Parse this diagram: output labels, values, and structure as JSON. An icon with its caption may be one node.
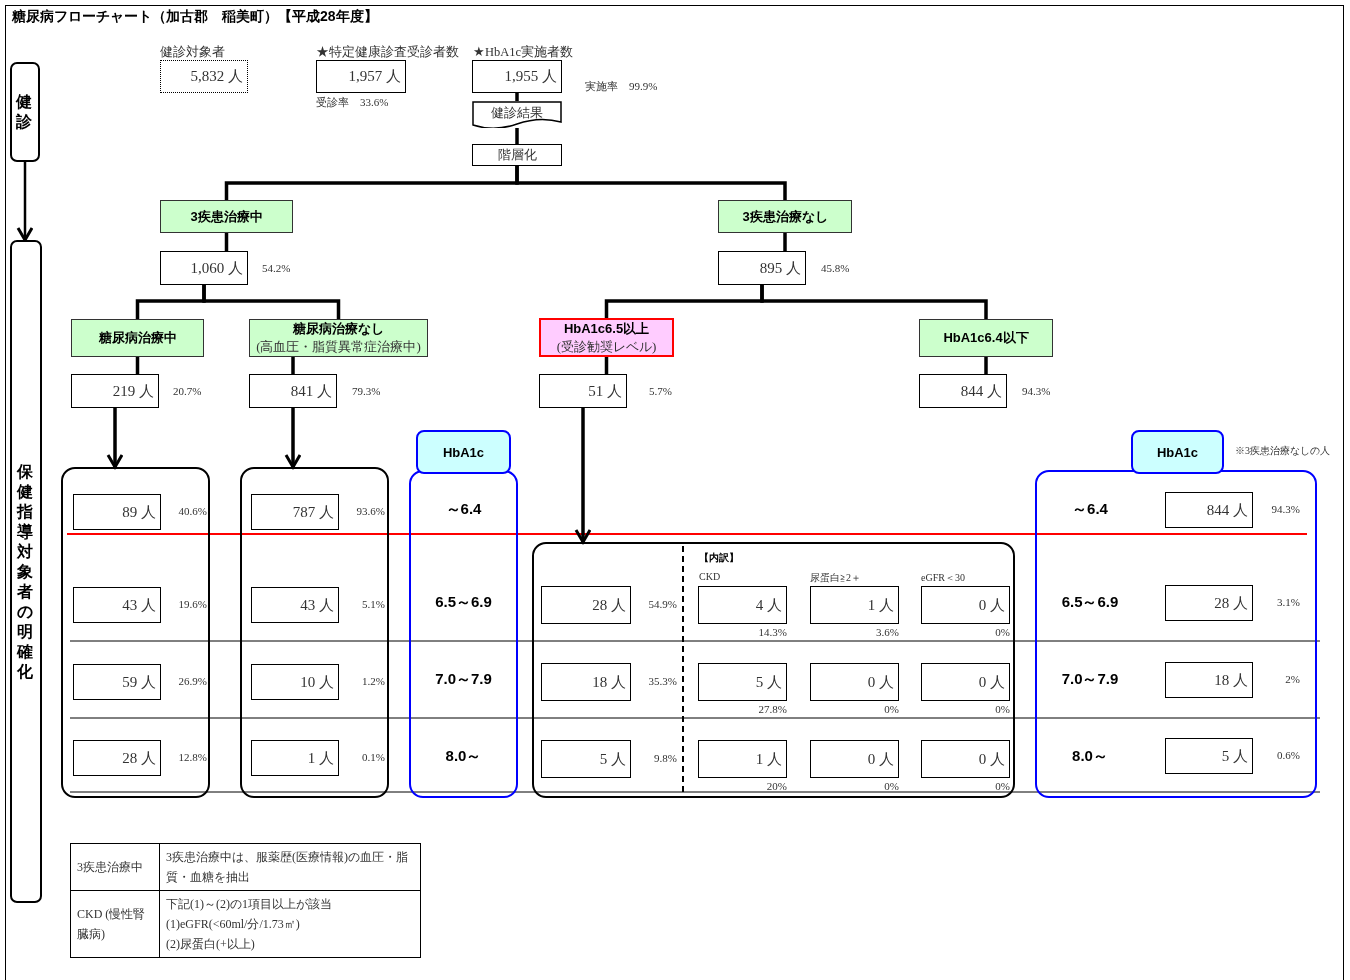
{
  "diagram": {
    "title": "糖尿病フローチャート（加古郡　稲美町）【平成28年度】",
    "nodes": [
      {
        "text": [
          "健診"
        ]
      },
      {
        "text": [
          "保健指導対象者の明確化"
        ]
      },
      {
        "text": [
          "健診対象者",
          "5,832 人"
        ]
      },
      {
        "text": [
          "★特定健康診査受診者数",
          "1,957 人"
        ],
        "beside": [
          "受診率　33.6%"
        ]
      },
      {
        "text": [
          "★HbA1c実施者数",
          "1,955 人"
        ],
        "beside": [
          "実施率　99.9%"
        ]
      },
      {
        "text": [
          "健診結果"
        ]
      },
      {
        "text": [
          "階層化"
        ]
      },
      {
        "text": [
          "3疾患治療中"
        ]
      },
      {
        "text": [
          "1,060 人"
        ],
        "beside": [
          "54.2%"
        ]
      },
      {
        "text": [
          "3疾患治療なし"
        ]
      },
      {
        "text": [
          "895 人"
        ],
        "beside": [
          "45.8%"
        ]
      },
      {
        "text": [
          "糖尿病治療中"
        ]
      },
      {
        "text": [
          "糖尿病治療なし",
          "(高血圧・脂質異常症治療中)"
        ]
      },
      {
        "text": [
          "HbA1c6.5以上",
          "(受診勧奨レベル)"
        ]
      },
      {
        "text": [
          "HbA1c6.4以下"
        ]
      },
      {
        "text": [
          "219 人"
        ],
        "beside": [
          "20.7%"
        ]
      },
      {
        "text": [
          "841 人"
        ],
        "beside": [
          "79.3%"
        ]
      },
      {
        "text": [
          "51 人"
        ],
        "beside": [
          "5.7%"
        ]
      },
      {
        "text": [
          "844 人"
        ],
        "beside": [
          "94.3%"
        ]
      },
      {
        "text": [],
        "shape": "box"
      },
      {
        "text": [
          "89 人"
        ],
        "beside": [
          "40.6%"
        ],
        "in": 19
      },
      {
        "text": [
          "43 人"
        ],
        "beside": [
          "19.6%"
        ],
        "in": 19
      },
      {
        "text": [
          "59 人"
        ],
        "beside": [
          "26.9%"
        ],
        "in": 19
      },
      {
        "text": [
          "28 人"
        ],
        "beside": [
          "12.8%"
        ],
        "in": 19
      },
      {
        "text": [],
        "shape": "box"
      },
      {
        "text": [
          "787 人"
        ],
        "beside": [
          "93.6%"
        ],
        "in": 24
      },
      {
        "text": [
          "43 人"
        ],
        "beside": [
          "5.1%"
        ],
        "in": 24
      },
      {
        "text": [
          "10 人"
        ],
        "beside": [
          "1.2%"
        ],
        "in": 24
      },
      {
        "text": [
          "1 人"
        ],
        "beside": [
          "0.1%"
        ],
        "in": 24
      },
      {
        "text": [
          "HbA1c",
          "～6.4",
          "6.5～6.9",
          "7.0～7.9",
          "8.0～"
        ]
      },
      {
        "text": [
          "【内訳】",
          "CKD",
          "尿蛋白≧2＋",
          "eGFR＜30"
        ]
      },
      {
        "text": [
          "28 人"
        ],
        "beside": [
          "54.9%"
        ],
        "in": 30
      },
      {
        "text": [
          "18 人"
        ],
        "beside": [
          "35.3%"
        ],
        "in": 30
      },
      {
        "text": [
          "5 人"
        ],
        "beside": [
          "9.8%"
        ],
        "in": 30
      },
      {
        "text": [
          "4 人"
        ],
        "beside": [
          "14.3%"
        ],
        "in": 30
      },
      {
        "text": [
          "1 人"
        ],
        "beside": [
          "3.6%"
        ],
        "in": 30
      },
      {
        "text": [
          "0 人"
        ],
        "beside": [
          "0%"
        ],
        "in": 30
      },
      {
        "text": [
          "5 人"
        ],
        "beside": [
          "27.8%"
        ],
        "in": 30
      },
      {
        "text": [
          "0 人"
        ],
        "beside": [
          "0%"
        ],
        "in": 30
      },
      {
        "text": [
          "0 人"
        ],
        "beside": [
          "0%"
        ],
        "in": 30
      },
      {
        "text": [
          "1 人"
        ],
        "beside": [
          "20%"
        ],
        "in": 30
      },
      {
        "text": [
          "0 人"
        ],
        "beside": [
          "0%"
        ],
        "in": 30
      },
      {
        "text": [
          "0 人"
        ],
        "beside": [
          "0%"
        ],
        "in": 30
      },
      {
        "text": [
          "HbA1c",
          "～6.4",
          "6.5～6.9",
          "7.0～7.9",
          "8.0～"
        ],
        "beside": [
          "※3疾患治療なしの人"
        ]
      },
      {
        "text": [
          "844 人"
        ],
        "beside": [
          "94.3%"
        ],
        "in": 43
      },
      {
        "text": [
          "28 人"
        ],
        "beside": [
          "3.1%"
        ],
        "in": 43
      },
      {
        "text": [
          "18 人"
        ],
        "beside": [
          "2%"
        ],
        "in": 43
      },
      {
        "text": [
          "5 人"
        ],
        "beside": [
          "0.6%"
        ],
        "in": 43
      }
    ],
    "edges": [
      {
        "from": 0,
        "to": 1,
        "arrow": "to"
      },
      {
        "from": 4,
        "to": 5,
        "arrow": "none"
      },
      {
        "from": 5,
        "to": 6,
        "arrow": "none"
      },
      {
        "from": 6,
        "to": 7,
        "arrow": "none"
      },
      {
        "from": 6,
        "to": 9,
        "arrow": "none"
      },
      {
        "from": 7,
        "to": 8,
        "arrow": "none"
      },
      {
        "from": 9,
        "to": 10,
        "arrow": "none"
      },
      {
        "from": 8,
        "to": 11,
        "arrow": "none"
      },
      {
        "from": 8,
        "to": 12,
        "arrow": "none"
      },
      {
        "from": 10,
        "to": 13,
        "arrow": "none"
      },
      {
        "from": 10,
        "to": 14,
        "arrow": "none"
      },
      {
        "from": 11,
        "to": 15,
        "arrow": "none"
      },
      {
        "from": 12,
        "to": 16,
        "arrow": "none"
      },
      {
        "from": 13,
        "to": 17,
        "arrow": "none"
      },
      {
        "from": 14,
        "to": 18,
        "arrow": "none"
      },
      {
        "from": 15,
        "to": 19,
        "arrow": "to"
      },
      {
        "from": 16,
        "to": 24,
        "arrow": "to"
      },
      {
        "from": 17,
        "to": 30,
        "arrow": "to"
      }
    ],
    "labels": [
      "3疾患治療中",
      "3疾患治療中は、服薬歴(医療情報)の血圧・脂質・血糖を抽出",
      "CKD (慢性腎臓病)",
      "下記(1)～(2)の1項目以上が該当",
      "(1)eGFR(<60ml/分/1.73㎡)",
      "(2)尿蛋白(+以上)"
    ]
  }
}
